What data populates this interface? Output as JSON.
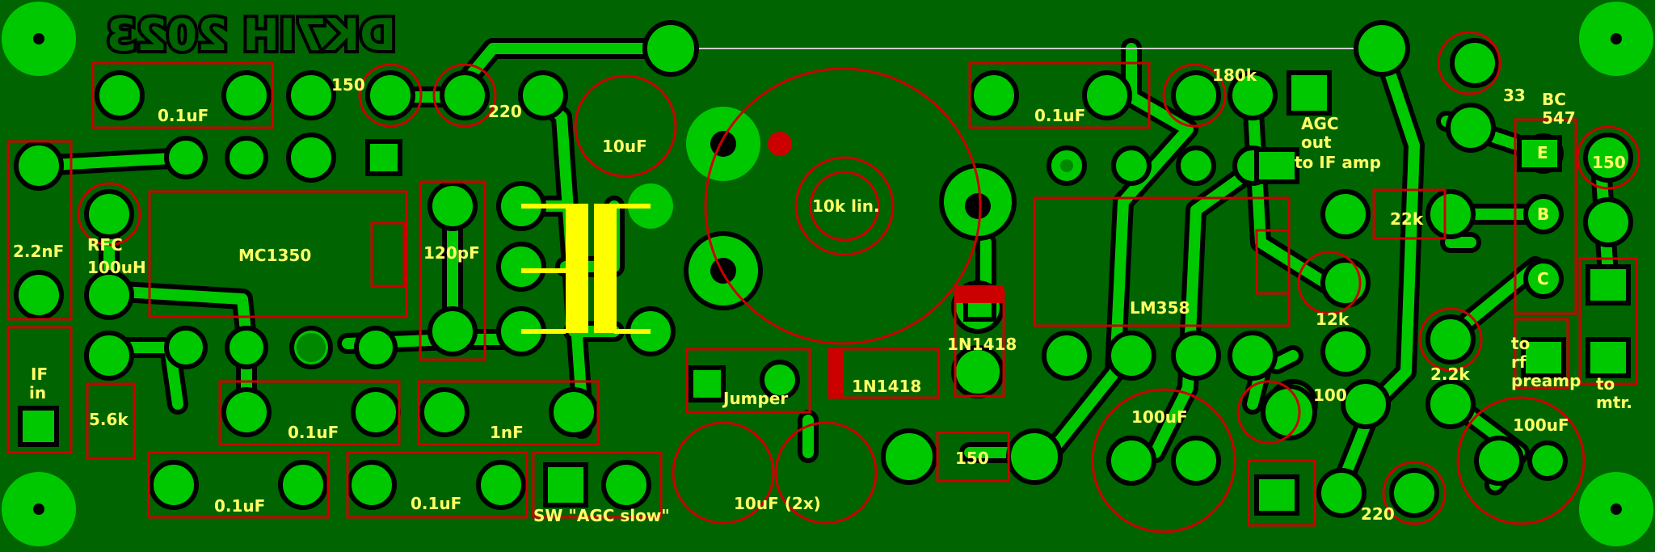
{
  "board": {
    "title": "DK7IH 2023",
    "colors": {
      "substrate": "#006400",
      "copper": "#00c800",
      "silkscreen": "#cc0000",
      "labels": "#ffff66",
      "clearance": "#000000"
    }
  },
  "labels": {
    "c1": "0.1uF",
    "r150_top": "150",
    "r220_top": "220",
    "c10uf_top": "10uF",
    "c_top_right": "0.1uF",
    "r180k": "180k",
    "agc": "AGC",
    "agc_out": "out",
    "agc_to": "to IF amp",
    "q33": "33",
    "bc": "BC",
    "bc547": "547",
    "c2n2": "2.2nF",
    "rfc": "RFC",
    "rfc_val": "100uH",
    "ic1": "MC1350",
    "c120p": "120pF",
    "pot": "10k lin.",
    "r22k": "22k",
    "pin_e": "E",
    "pin_b": "B",
    "pin_c": "C",
    "r150_right": "150",
    "ic2": "LM358",
    "r12k": "12k",
    "d1": "1N1418",
    "d2": "1N1418",
    "jumper": "Jumper",
    "if_in1": "IF",
    "if_in2": "in",
    "r5k6": "5.6k",
    "c_mid1": "0.1uF",
    "c1nf": "1nF",
    "r2k2": "2.2k",
    "to_rf1": "to",
    "to_rf2": "rf",
    "to_rf3": "preamp",
    "to_mtr1": "to",
    "to_mtr2": "mtr.",
    "r100": "100",
    "c100uf_l": "100uF",
    "c100uf_r": "100uF",
    "r150_bot": "150",
    "c_bot1": "0.1uF",
    "c_bot2": "0.1uF",
    "sw": "SW \"AGC slow\"",
    "c10uf2x": "10uF (2x)",
    "r220_bot": "220"
  }
}
